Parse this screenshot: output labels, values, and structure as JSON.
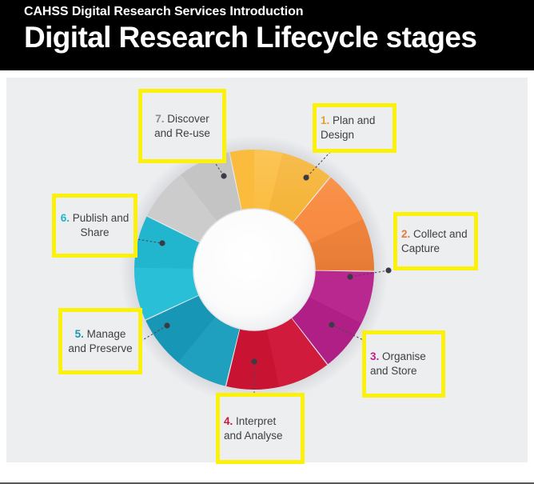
{
  "header": {
    "eyebrow": "CAHSS Digital Research Services Introduction",
    "title": "Digital Research Lifecycle stages",
    "background": "#000000",
    "text_color": "#ffffff"
  },
  "panel": {
    "background": "#edeef0",
    "highlight_color": "#fbf10a"
  },
  "stages": [
    {
      "number": "1.",
      "label": "Plan and Design",
      "color": "#f5b335",
      "number_color": "#e0a22b"
    },
    {
      "number": "2.",
      "label": "Collect and Capture",
      "color": "#ef8137",
      "number_color": "#e8773a"
    },
    {
      "number": "3.",
      "label": "Organise and Store",
      "color": "#b01f86",
      "number_color": "#c01f8c"
    },
    {
      "number": "4.",
      "label": "Interpret and Analyse",
      "color": "#c81333",
      "number_color": "#c8173a"
    },
    {
      "number": "5.",
      "label": "Manage and Preserve",
      "color": "#1797b5",
      "number_color": "#1d93ae"
    },
    {
      "number": "6.",
      "label": "Publish and Share",
      "color": "#21b6ce",
      "number_color": "#22b3cc"
    },
    {
      "number": "7.",
      "label": "Discover and Re-use",
      "color": "#c4c4c4",
      "number_color": "#8d8d8d"
    }
  ],
  "chart_data": {
    "type": "pie",
    "title": "Digital Research Lifecycle stages",
    "subtype": "donut",
    "categories": [
      "1. Plan and Design",
      "2. Collect and Capture",
      "3. Organise and Store",
      "4. Interpret and Analyse",
      "5. Manage and Preserve",
      "6. Publish and Share",
      "7. Discover and Re-use"
    ],
    "values": [
      14.2857,
      14.2857,
      14.2857,
      14.2857,
      14.2857,
      14.2857,
      14.2857
    ],
    "units": "percent",
    "colors": [
      "#f5b335",
      "#ef8137",
      "#b01f86",
      "#c81333",
      "#1797b5",
      "#21b6ce",
      "#c4c4c4"
    ],
    "start_angle_deg": -12,
    "direction": "clockwise",
    "inner_radius_ratio": 0.48,
    "legend": "callout-labels",
    "grid": false,
    "xlabel": "",
    "ylabel": ""
  },
  "callout_lines": [
    {
      "stage": "1.",
      "from": [
        409,
        89
      ],
      "to": [
        375,
        125
      ]
    },
    {
      "stage": "2.",
      "from": [
        478,
        241
      ],
      "to": [
        430,
        249
      ]
    },
    {
      "stage": "3.",
      "from": [
        463,
        336
      ],
      "to": [
        407,
        309
      ]
    },
    {
      "stage": "4.",
      "from": [
        310,
        400
      ],
      "to": [
        310,
        355
      ]
    },
    {
      "stage": "5.",
      "from": [
        155,
        337
      ],
      "to": [
        201,
        310
      ]
    },
    {
      "stage": "6.",
      "from": [
        150,
        200
      ],
      "to": [
        195,
        207
      ]
    },
    {
      "stage": "7.",
      "from": [
        240,
        75
      ],
      "to": [
        272,
        123
      ]
    }
  ]
}
